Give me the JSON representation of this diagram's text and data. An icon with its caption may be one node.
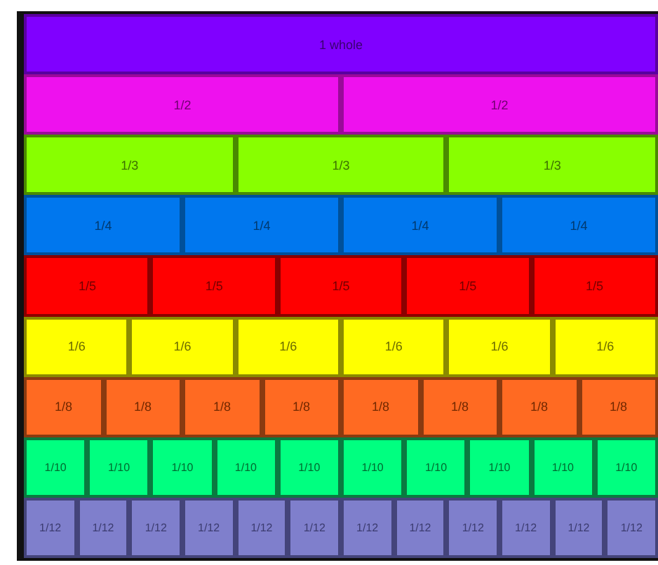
{
  "diagram": {
    "nodes": [
      {
        "text": [
          "1 whole"
        ]
      },
      {
        "text": [
          "1/2"
        ]
      },
      {
        "text": [
          "1/2"
        ]
      },
      {
        "text": [
          "1/3"
        ]
      },
      {
        "text": [
          "1/3"
        ]
      },
      {
        "text": [
          "1/3"
        ]
      },
      {
        "text": [
          "1/4"
        ]
      },
      {
        "text": [
          "1/4"
        ]
      },
      {
        "text": [
          "1/4"
        ]
      },
      {
        "text": [
          "1/4"
        ]
      },
      {
        "text": [
          "1/5"
        ]
      },
      {
        "text": [
          "1/5"
        ]
      },
      {
        "text": [
          "1/5"
        ]
      },
      {
        "text": [
          "1/5"
        ]
      },
      {
        "text": [
          "1/5"
        ]
      },
      {
        "text": [
          "1/6"
        ]
      },
      {
        "text": [
          "1/6"
        ]
      },
      {
        "text": [
          "1/6"
        ]
      },
      {
        "text": [
          "1/6"
        ]
      },
      {
        "text": [
          "1/6"
        ]
      },
      {
        "text": [
          "1/6"
        ]
      },
      {
        "text": [
          "1/8"
        ]
      },
      {
        "text": [
          "1/8"
        ]
      },
      {
        "text": [
          "1/8"
        ]
      },
      {
        "text": [
          "1/8"
        ]
      },
      {
        "text": [
          "1/8"
        ]
      },
      {
        "text": [
          "1/8"
        ]
      },
      {
        "text": [
          "1/8"
        ]
      },
      {
        "text": [
          "1/8"
        ]
      },
      {
        "text": [
          "1/10"
        ]
      },
      {
        "text": [
          "1/10"
        ]
      },
      {
        "text": [
          "1/10"
        ]
      },
      {
        "text": [
          "1/10"
        ]
      },
      {
        "text": [
          "1/10"
        ]
      },
      {
        "text": [
          "1/10"
        ]
      },
      {
        "text": [
          "1/10"
        ]
      },
      {
        "text": [
          "1/10"
        ]
      },
      {
        "text": [
          "1/10"
        ]
      },
      {
        "text": [
          "1/10"
        ]
      },
      {
        "text": [
          "1/12"
        ]
      },
      {
        "text": [
          "1/12"
        ]
      },
      {
        "text": [
          "1/12"
        ]
      },
      {
        "text": [
          "1/12"
        ]
      },
      {
        "text": [
          "1/12"
        ]
      },
      {
        "text": [
          "1/12"
        ]
      },
      {
        "text": [
          "1/12"
        ]
      },
      {
        "text": [
          "1/12"
        ]
      },
      {
        "text": [
          "1/12"
        ]
      },
      {
        "text": [
          "1/12"
        ]
      },
      {
        "text": [
          "1/12"
        ]
      },
      {
        "text": [
          "1/12"
        ]
      }
    ]
  }
}
